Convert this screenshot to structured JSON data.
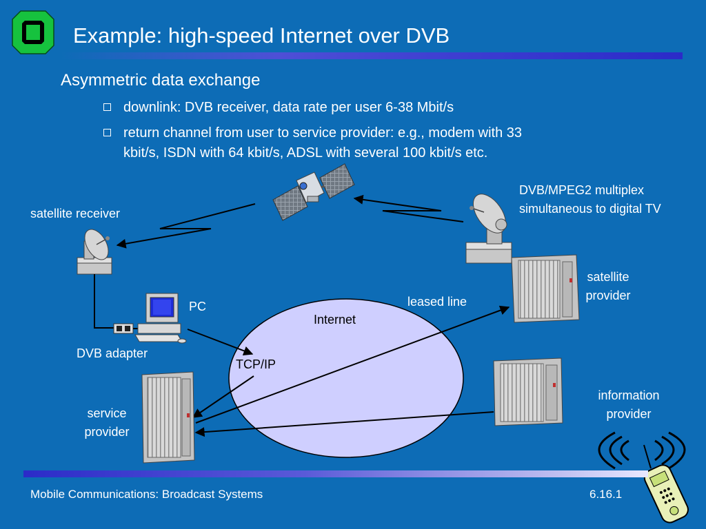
{
  "title": "Example: high-speed Internet over DVB",
  "heading": "Asymmetric data exchange",
  "bullets": {
    "b1": "downlink: DVB receiver, data rate per user 6-38 Mbit/s",
    "b2_line1": "return channel from user to service provider: e.g., modem with 33",
    "b2_line2": "kbit/s, ISDN with 64 kbit/s, ADSL with several 100 kbit/s etc."
  },
  "labels": {
    "satellite_receiver": "satellite receiver",
    "multiplex_line1": "DVB/MPEG2 multiplex",
    "multiplex_line2": "simultaneous to digital TV",
    "pc": "PC",
    "dvb_adapter": "DVB adapter",
    "leased_line": "leased line",
    "internet": "Internet",
    "tcpip": "TCP/IP",
    "satellite_provider_line1": "satellite",
    "satellite_provider_line2": "provider",
    "service_provider_line1": "service",
    "service_provider_line2": "provider",
    "information_provider_line1": "information",
    "information_provider_line2": "provider"
  },
  "footer": {
    "left": "Mobile Communications: Broadcast Systems",
    "right": "6.16.1"
  },
  "colors": {
    "background": "#0d6cb6",
    "internet_ellipse": "#cfcfff",
    "logo_green": "#1ed44a"
  },
  "icons": [
    "university-logo-icon",
    "satellite-icon",
    "satellite-dish-icon",
    "computer-icon",
    "server-rack-icon",
    "mobile-phone-icon"
  ]
}
